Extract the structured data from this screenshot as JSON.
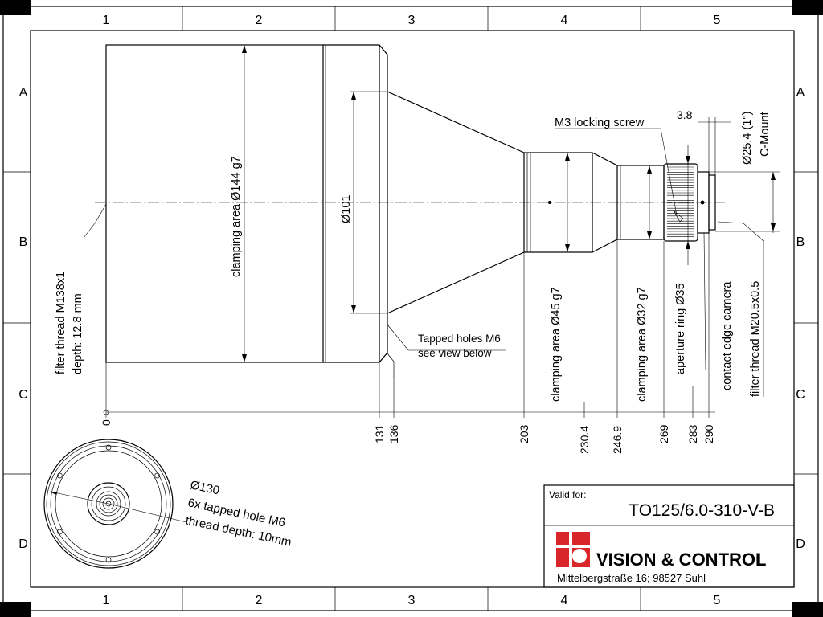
{
  "frame": {
    "columns": [
      "1",
      "2",
      "3",
      "4",
      "5"
    ],
    "rows": [
      "A",
      "B",
      "C",
      "D"
    ]
  },
  "labels": {
    "filter_thread_front_1": "filter thread M138x1",
    "filter_thread_front_2": "depth: 12.8 mm",
    "clamping_144": "clamping area Ø144 g7",
    "dia_101": "Ø101",
    "tapped_holes_1": "Tapped holes M6",
    "tapped_holes_2": "see view below",
    "m3_screw": "M3 locking screw",
    "dim_3_8": "3.8",
    "cmount_1": "Ø25.4 (1\")",
    "cmount_2": "C-Mount",
    "clamping_45": "clamping area Ø45 g7",
    "clamping_32": "clamping area Ø32 g7",
    "aperture_ring": "aperture ring Ø35",
    "contact_edge": "contact edge camera",
    "filter_thread_rear": "filter thread M20.5x0.5",
    "bc_130": "Ø130",
    "bc_holes": "6x tapped hole M6",
    "bc_depth": "thread depth: 10mm"
  },
  "dimensions": [
    "0",
    "131",
    "136",
    "203",
    "230.4",
    "246.9",
    "269",
    "283",
    "290"
  ],
  "title_block": {
    "valid_for_label": "Valid for:",
    "part_number": "TO125/6.0-310-V-B",
    "company": "VISION & CONTROL",
    "address": "Mittelbergstraße 16; 98527 Suhl"
  },
  "colors": {
    "logo_red": "#d9262b"
  }
}
